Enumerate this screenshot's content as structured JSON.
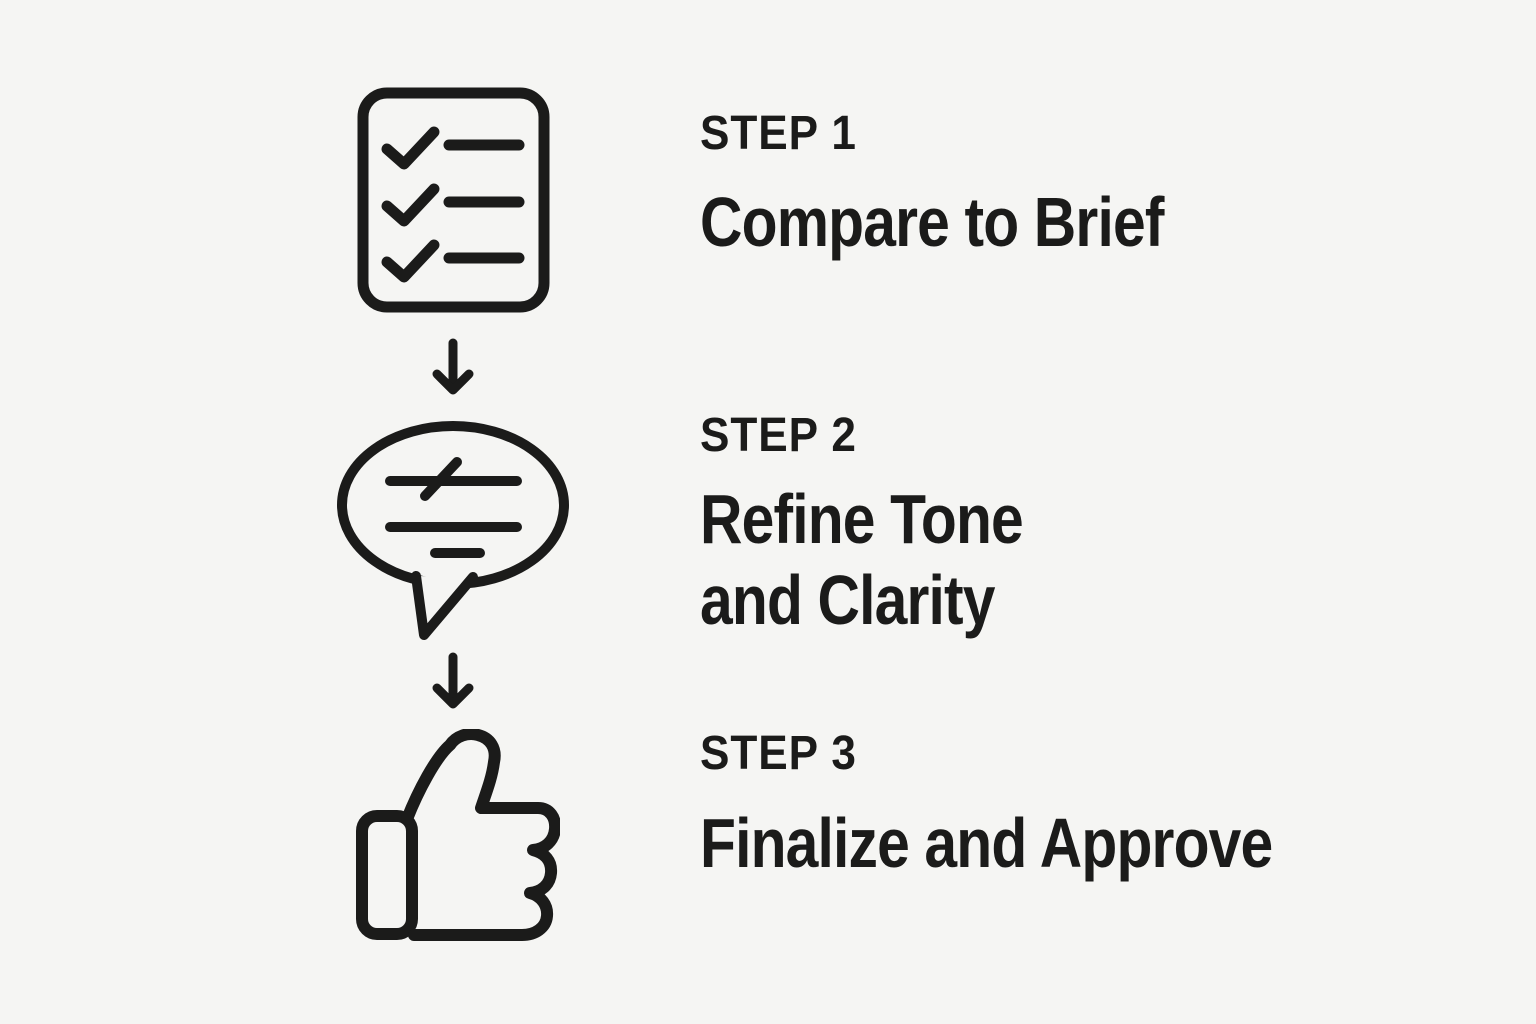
{
  "diagram": {
    "background_color": "#f5f5f3",
    "ink_color": "#1b1b1a",
    "type": "vertical-process-flow",
    "steps": [
      {
        "icon": "checklist-icon",
        "label": "STEP 1",
        "title_lines": [
          "Compare to Brief"
        ]
      },
      {
        "icon": "speech-bubble-icon",
        "label": "STEP 2",
        "title_lines": [
          "Refine Tone",
          "and Clarity"
        ]
      },
      {
        "icon": "thumbs-up-icon",
        "label": "STEP 3",
        "title_lines": [
          "Finalize and Approve"
        ]
      }
    ],
    "connectors": [
      {
        "icon": "arrow-down-icon"
      },
      {
        "icon": "arrow-down-icon"
      }
    ]
  }
}
